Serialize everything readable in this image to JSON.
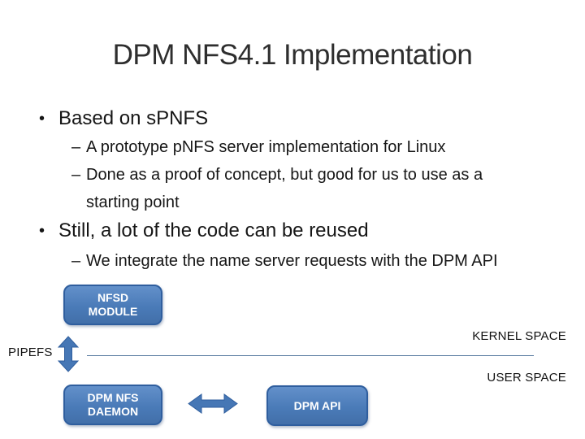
{
  "slide": {
    "title": "DPM NFS4.1 Implementation",
    "markers": {
      "level1": "•",
      "level2": "–"
    },
    "bullets": [
      {
        "label": "Based on sPNFS",
        "sub": [
          "A prototype pNFS server implementation for Linux",
          "Done as a proof of concept, but good for us to use as a starting point"
        ]
      },
      {
        "label": "Still, a lot of the code can be reused",
        "sub": [
          "We integrate the name server requests with the DPM API"
        ]
      }
    ]
  },
  "diagram": {
    "nfsd_box": {
      "line1": "NFSD",
      "line2": "MODULE"
    },
    "daemon_box": {
      "line1": "DPM NFS",
      "line2": "DAEMON"
    },
    "api_box": {
      "label": "DPM API"
    },
    "pipefs_label": "PIPEFS",
    "kernel_space_label": "KERNEL SPACE",
    "user_space_label": "USER SPACE",
    "arrows": {
      "vertical": "pipefs-double-arrow",
      "horizontal": "daemon-dpmapi-double-arrow"
    },
    "colors": {
      "box_fill": "#4A7BB8",
      "box_border": "#2F5E9E",
      "arrow_fill": "#4677B5",
      "divider_line": "#54779E"
    }
  }
}
